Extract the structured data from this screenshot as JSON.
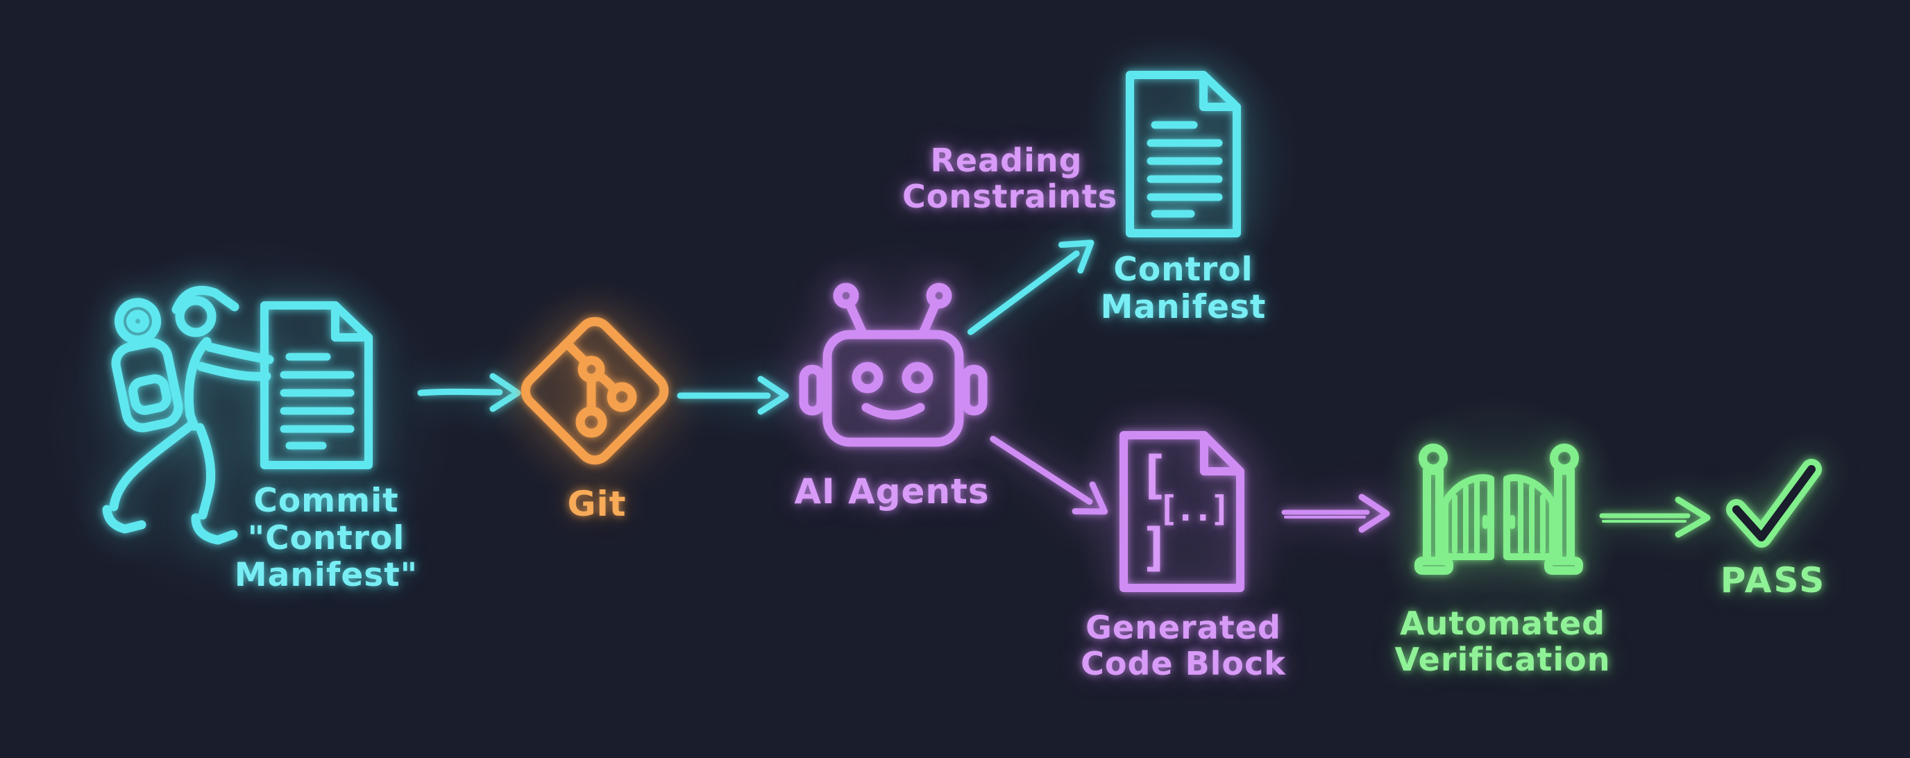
{
  "palette": {
    "background": "#1a1d2c",
    "cyan": "#5fe7ef",
    "orange": "#f5a04d",
    "purple": "#cf8df4",
    "green": "#82ef8c"
  },
  "icons": {
    "committer": "hiker-pushing-icon",
    "commit_document": "document-icon",
    "git": "git-diamond-icon",
    "ai": "robot-head-icon",
    "manifest_document": "document-icon",
    "code_document": "code-file-icon",
    "gate": "verification-gate-icon",
    "pass": "checkmark-icon"
  },
  "flow": {
    "committer": {
      "line1": "Commit",
      "line2": "\"Control",
      "line3": "Manifest\""
    },
    "git": {
      "label": "Git"
    },
    "ai": {
      "label": "AI Agents"
    },
    "reading": {
      "line1": "Reading",
      "line2": "Constraints"
    },
    "manifest": {
      "line1": "Control",
      "line2": "Manifest"
    },
    "code": {
      "line1": "Generated",
      "line2": "Code Block",
      "bracket_top": "[",
      "bracket_mid": "[..]",
      "bracket_bottom": "]"
    },
    "gate": {
      "line1": "Automated",
      "line2": "Verification"
    },
    "pass": {
      "label": "PASS"
    }
  }
}
